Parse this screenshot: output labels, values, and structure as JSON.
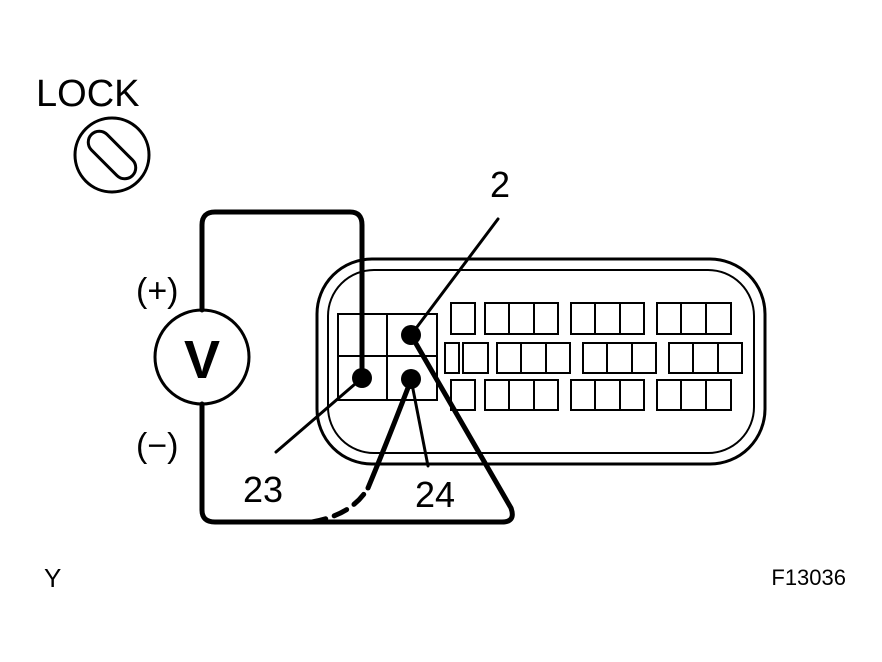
{
  "ignition": {
    "label": "LOCK"
  },
  "meter": {
    "symbol": "V",
    "plus_label": "(+)",
    "minus_label": "(−)"
  },
  "terminals": {
    "t2": "2",
    "t23": "23",
    "t24": "24"
  },
  "footer": {
    "left_code": "Y",
    "figure_id": "F13036"
  }
}
